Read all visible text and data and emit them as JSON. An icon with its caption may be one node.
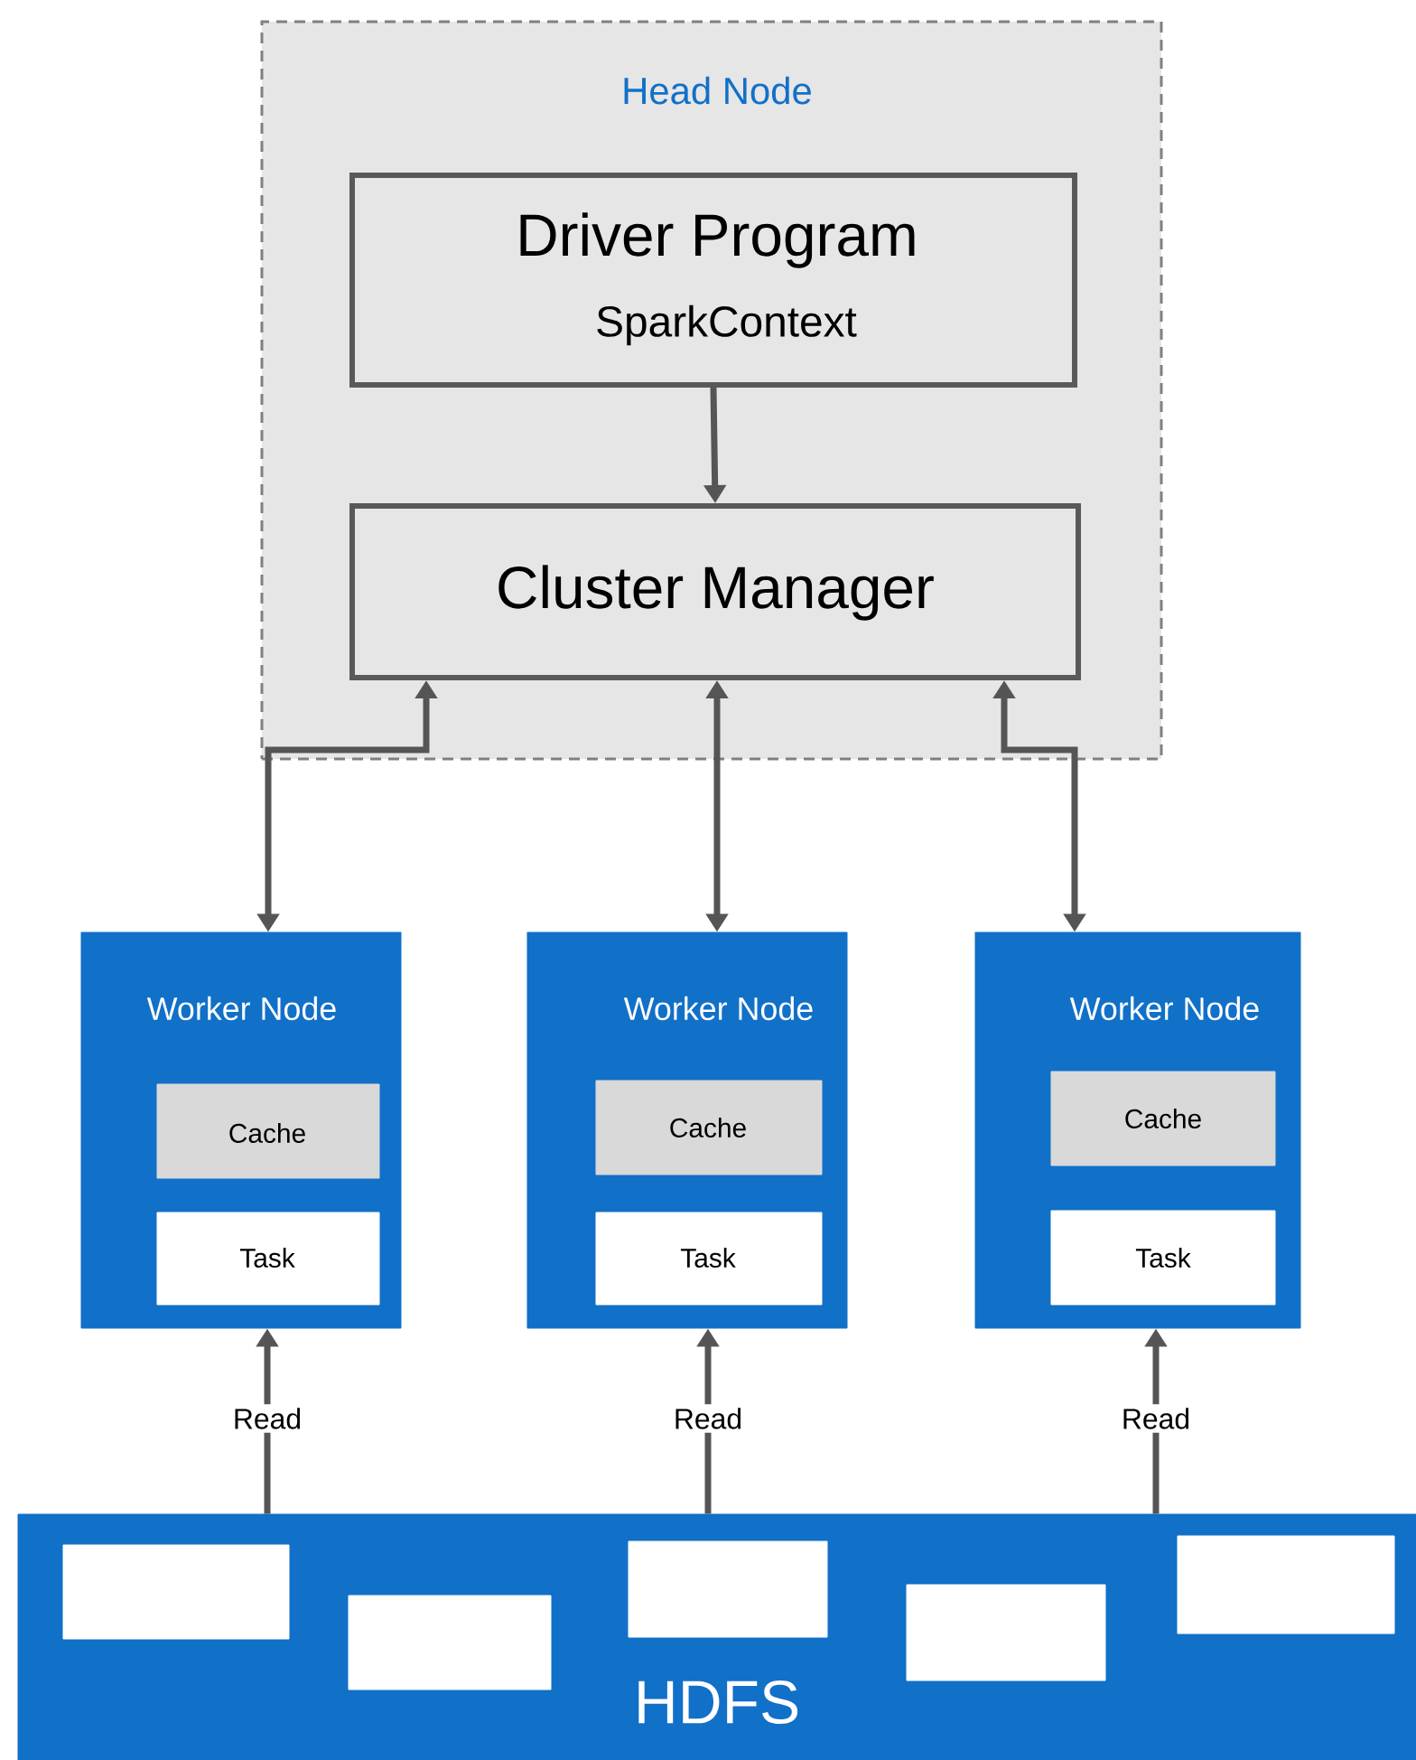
{
  "diagram": {
    "nodes": [
      {
        "text": [
          "Head Node"
        ]
      },
      {
        "text": [
          "Driver Program",
          "SparkContext"
        ],
        "in": 0
      },
      {
        "text": [
          "Cluster Manager"
        ],
        "in": 0
      },
      {
        "text": [
          "Worker Node"
        ]
      },
      {
        "text": [
          "Cache"
        ],
        "in": 3
      },
      {
        "text": [
          "Task"
        ],
        "in": 3
      },
      {
        "text": [
          "Worker Node"
        ]
      },
      {
        "text": [
          "Cache"
        ],
        "in": 6
      },
      {
        "text": [
          "Task"
        ],
        "in": 6
      },
      {
        "text": [
          "Worker Node"
        ]
      },
      {
        "text": [
          "Cache"
        ],
        "in": 9
      },
      {
        "text": [
          "Task"
        ],
        "in": 9
      },
      {
        "text": [
          "HDFS"
        ]
      },
      {
        "text": [],
        "shape": "box",
        "in": 12
      },
      {
        "text": [],
        "shape": "box",
        "in": 12
      },
      {
        "text": [],
        "shape": "box",
        "in": 12
      },
      {
        "text": [],
        "shape": "box",
        "in": 12
      },
      {
        "text": [],
        "shape": "box",
        "in": 12
      }
    ],
    "edges": [
      {
        "from": 1,
        "to": 2,
        "arrow": "to"
      },
      {
        "from": 2,
        "to": 3,
        "arrow": "both"
      },
      {
        "from": 2,
        "to": 6,
        "arrow": "both"
      },
      {
        "from": 2,
        "to": 9,
        "arrow": "both"
      },
      {
        "from": 12,
        "to": 3,
        "arrow": "to",
        "label": "Read"
      },
      {
        "from": 12,
        "to": 6,
        "arrow": "to",
        "label": "Read"
      },
      {
        "from": 12,
        "to": 9,
        "arrow": "to",
        "label": "Read"
      }
    ]
  }
}
